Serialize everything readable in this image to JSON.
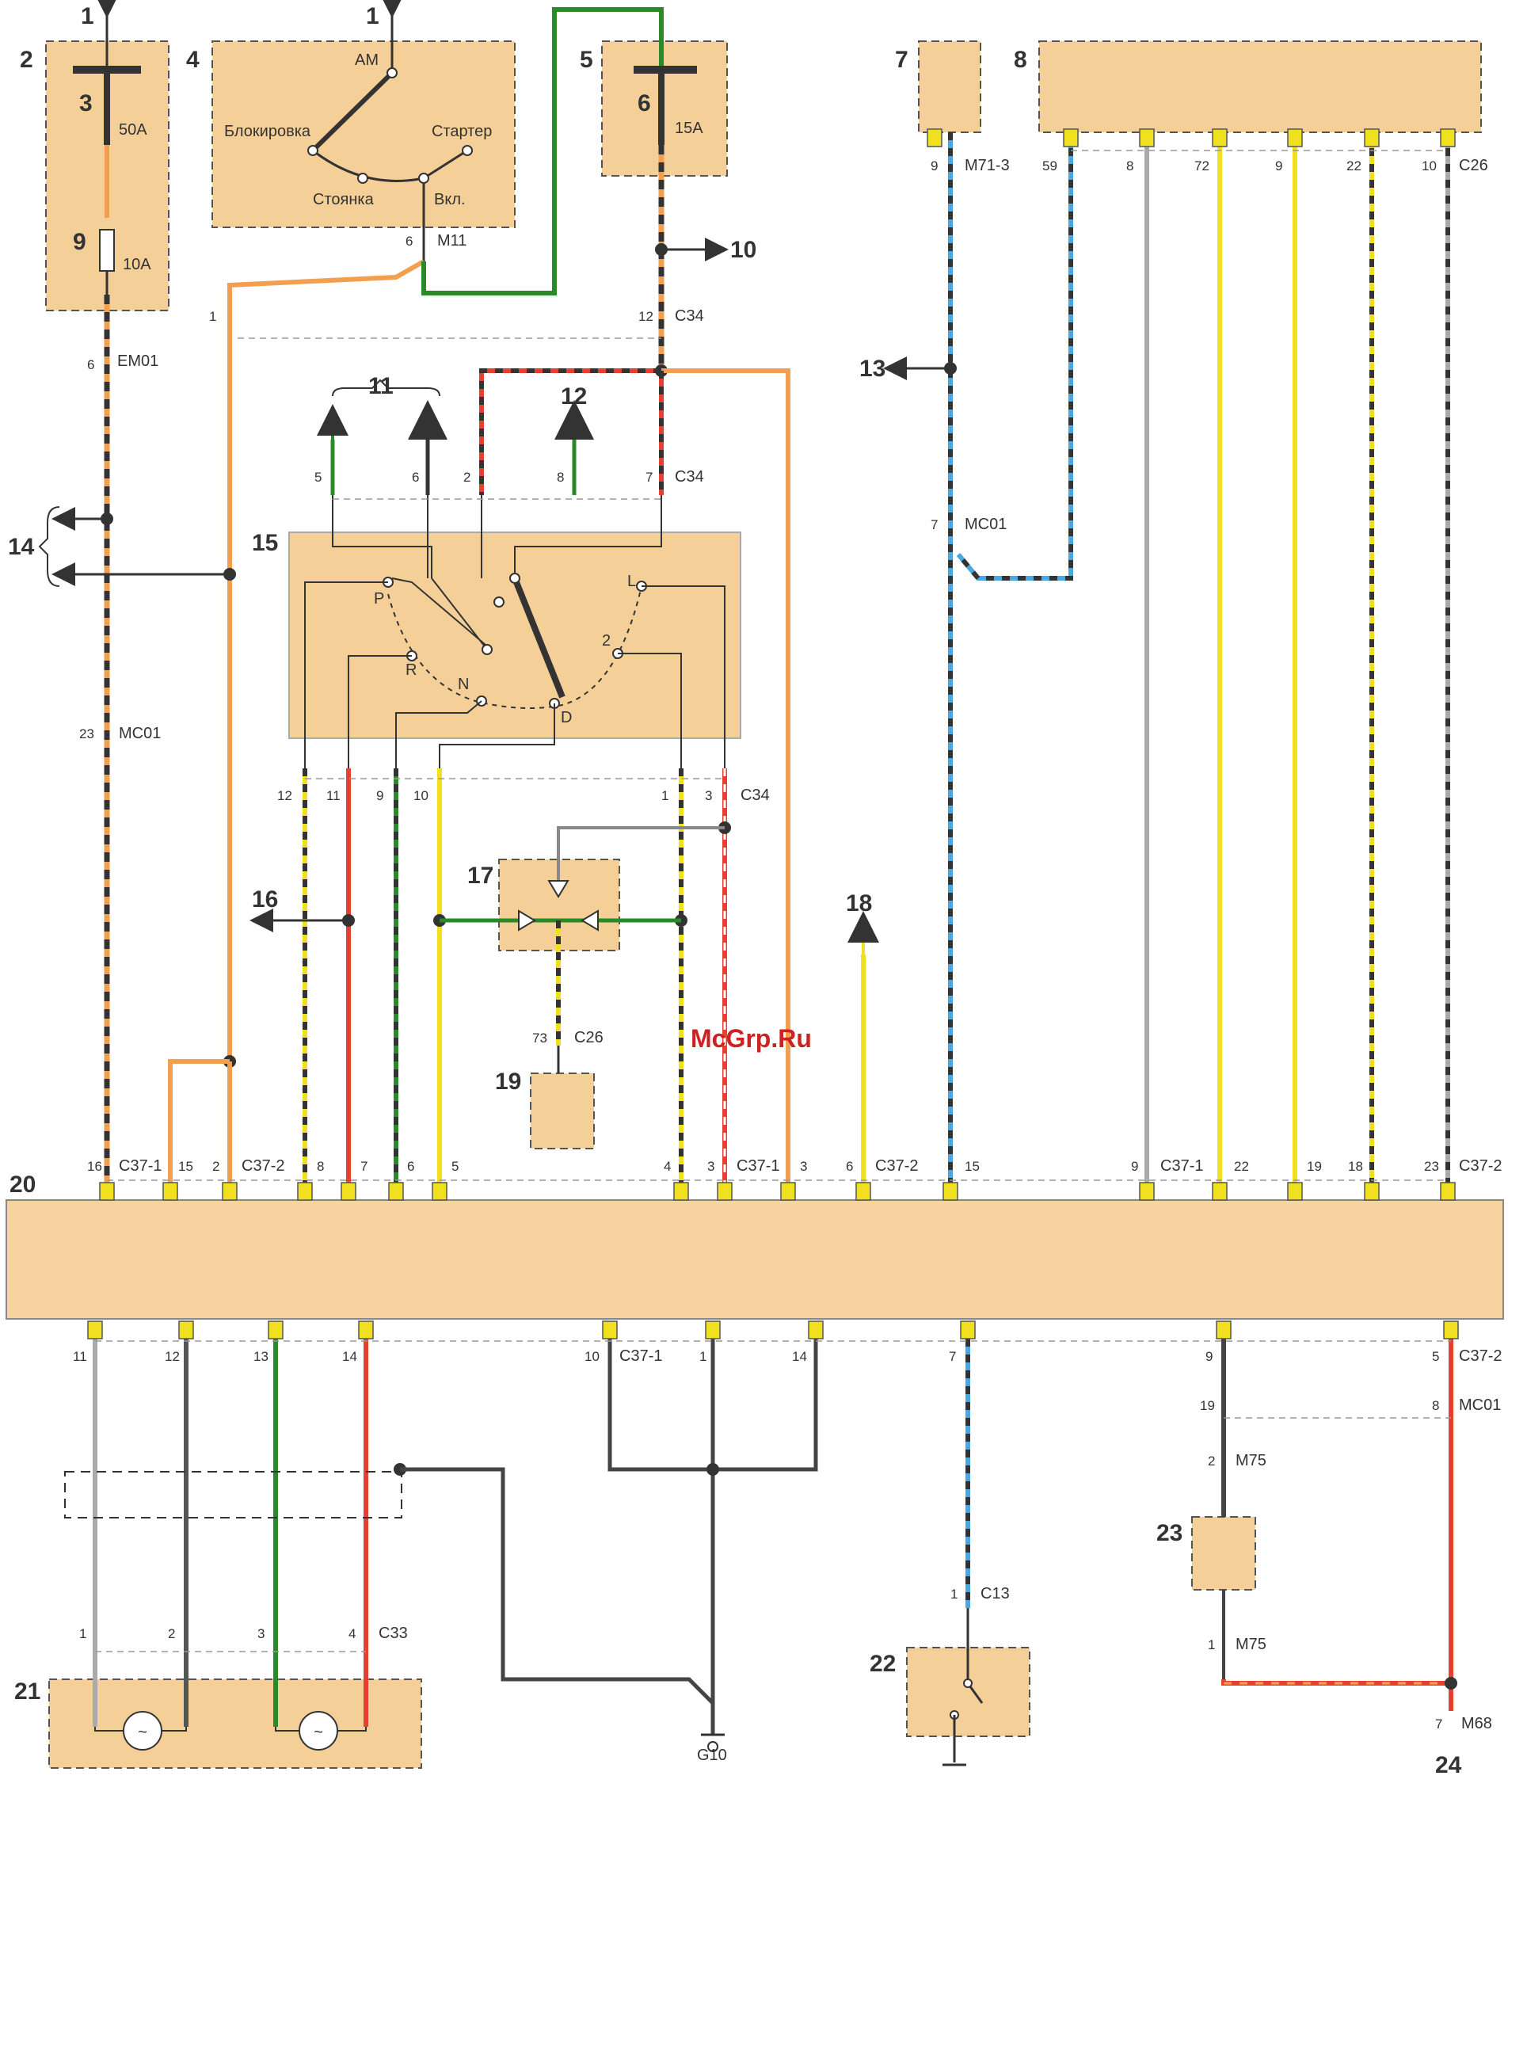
{
  "callouts": {
    "c1a": "1",
    "c1b": "1",
    "c2": "2",
    "c3": "3",
    "c4": "4",
    "c5": "5",
    "c6": "6",
    "c7": "7",
    "c8": "8",
    "c9": "9",
    "c10": "10",
    "c11": "11",
    "c12": "12",
    "c13": "13",
    "c14": "14",
    "c15": "15",
    "c16": "16",
    "c17": "17",
    "c18": "18",
    "c19": "19",
    "c20": "20",
    "c21": "21",
    "c22": "22",
    "c23": "23",
    "c24": "24"
  },
  "fuses": {
    "f3": "50A",
    "f9": "10A",
    "f6": "15A"
  },
  "ignition_switch": {
    "am": "AM",
    "lock": "Блокировка",
    "starter": "Стартер",
    "park": "Стоянка",
    "on": "Вкл."
  },
  "selector": {
    "p": "P",
    "r": "R",
    "n": "N",
    "d": "D",
    "l": "L",
    "two": "2"
  },
  "connectors": {
    "em01": "EM01",
    "m11": "M11",
    "c34": "C34",
    "m71_3": "M71-3",
    "c26": "C26",
    "mc01": "MC01",
    "c37_1": "C37-1",
    "c37_2": "C37-2",
    "c33": "C33",
    "c13": "C13",
    "m75": "M75",
    "m68": "M68",
    "g10": "G10"
  },
  "watermark": "McGrp.Ru",
  "pins": {
    "em01_6": "6",
    "m11_6": "6",
    "c34_12": "12",
    "c37_2_1": "1",
    "m71_9": "9",
    "c26_59": "59",
    "c26_8": "8",
    "c26_72": "72",
    "c26_9": "9",
    "c26_22": "22",
    "c26_10": "10",
    "c34_5": "5",
    "c34_6": "6",
    "c34_2": "2",
    "c34_8": "8",
    "c34_7": "7",
    "mc01_7": "7",
    "mc01_23": "23",
    "c34_b12": "12",
    "c34_b11": "11",
    "c34_b9": "9",
    "c34_b10": "10",
    "c34_b1": "1",
    "c34_b3": "3",
    "c26_73": "73",
    "t16": "16",
    "t15": "15",
    "t2": "2",
    "t8": "8",
    "t7": "7",
    "t6": "6",
    "t5": "5",
    "t4": "4",
    "t3": "3",
    "t3b": "3",
    "t6b": "6",
    "t15b": "15",
    "t9": "9",
    "t22": "22",
    "t19": "19",
    "t18": "18",
    "t23": "23",
    "b11": "11",
    "b12": "12",
    "b13": "13",
    "b14": "14",
    "b10": "10",
    "b1": "1",
    "b14b": "14",
    "b7": "7",
    "b9": "9",
    "b5": "5",
    "mc01_19": "19",
    "mc01_8": "8",
    "m75_2": "2",
    "m75_1": "1",
    "c33_1": "1",
    "c33_2": "2",
    "c33_3": "3",
    "c33_4": "4",
    "c13_1": "1",
    "m68_7": "7"
  },
  "colors": {
    "black": "#333333",
    "orange": "#f0a050",
    "yellow": "#f0e020",
    "red": "#e84030",
    "green": "#2a8a2a",
    "blue": "#4aa8e0",
    "gray": "#aaaaaa",
    "box": "#f5cf98"
  }
}
